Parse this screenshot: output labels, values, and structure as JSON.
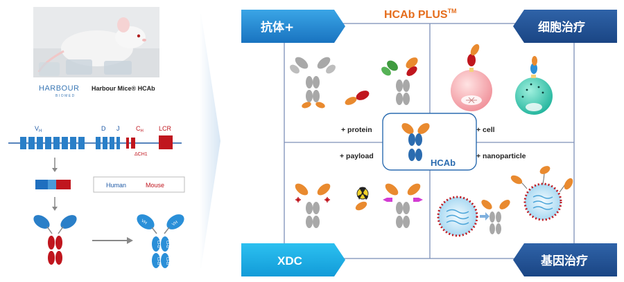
{
  "left": {
    "brand_name": "HARBOUR",
    "brand_sub": "BIOMED",
    "brand_caption": "Harbour Mice® HCAb",
    "genes": {
      "vh": "V",
      "vh_sub": "H",
      "d": "D",
      "j": "J",
      "ch": "C",
      "ch_sub": "H",
      "lcr": "LCR",
      "delta": "ΔCH1"
    },
    "legend": {
      "human": "Human",
      "mouse": "Mouse"
    },
    "domain_labels": {
      "vh": "VH",
      "ch2": "CH2",
      "ch3": "CH3"
    }
  },
  "right": {
    "title": "HCAb PLUS",
    "title_sup": "TM",
    "corners": {
      "top_left": "抗体+",
      "top_right": "细胞治疗",
      "bottom_left": "XDC",
      "bottom_right": "基因治疗"
    },
    "quadrant_labels": {
      "protein": "+ protein",
      "cell": "+ cell",
      "payload": "+ payload",
      "nanoparticle": "+ nanoparticle"
    },
    "center_label": "HCAb"
  },
  "colors": {
    "blue_dark": "#1f5aa6",
    "blue_light": "#2aa7e0",
    "orange": "#e98a2f",
    "red": "#c0161e",
    "grey": "#a8a8a8",
    "title_orange": "#e56d1c"
  }
}
